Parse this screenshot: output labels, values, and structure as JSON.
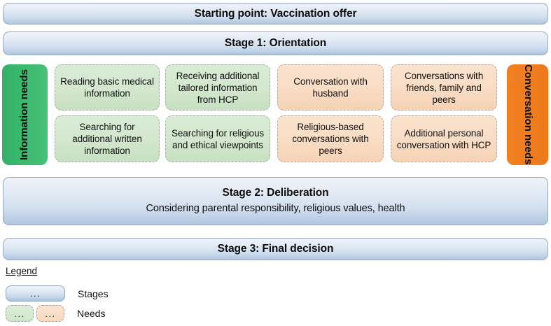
{
  "stages": {
    "start": {
      "title": "Starting point: Vaccination offer",
      "subtitle": ""
    },
    "stage1": {
      "title": "Stage 1: Orientation",
      "subtitle": ""
    },
    "stage2": {
      "title": "Stage 2: Deliberation",
      "subtitle": "Considering parental responsibility, religious values, health"
    },
    "stage3": {
      "title": "Stage 3: Final decision",
      "subtitle": ""
    }
  },
  "side_labels": {
    "information": "Information needs",
    "conversation": "Conversation needs"
  },
  "needs": {
    "information": [
      "Reading basic medical information",
      "Receiving additional tailored information from HCP",
      "Searching for additional written information",
      "Searching for religious and ethical viewpoints"
    ],
    "conversation": [
      "Conversation with husband",
      "Conversations with friends, family and peers",
      "Religious-based conversations with peers",
      "Additional personal conversation with HCP"
    ]
  },
  "legend": {
    "title": "Legend",
    "stages_label": "Stages",
    "needs_label": "Needs",
    "swatch_dots": "..."
  },
  "colors": {
    "stage_fill_top": "#eef3f9",
    "stage_fill_bottom": "#aec6e0",
    "stage_border": "#98a8bb",
    "information_accent": "#3ab96d",
    "conversation_accent": "#ef7e20",
    "information_need_fill": "#d2e7cd",
    "conversation_need_fill": "#f9dcc4",
    "need_border": "#a9a9a9",
    "text": "#0d0d0d",
    "background": "#ffffff"
  }
}
